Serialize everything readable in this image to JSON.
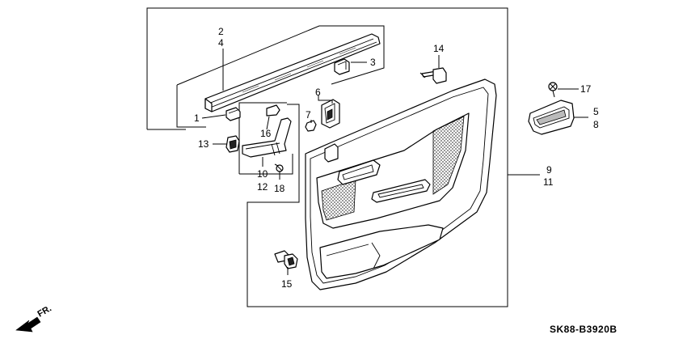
{
  "diagram": {
    "code": "SK88-B3920B",
    "direction_label": "FR.",
    "callouts": {
      "c1": "1",
      "c2": "2",
      "c3": "3",
      "c4": "4",
      "c5": "5",
      "c6": "6",
      "c7": "7",
      "c8": "8",
      "c9": "9",
      "c10": "10",
      "c11": "11",
      "c12": "12",
      "c13": "13",
      "c14": "14",
      "c15": "15",
      "c16": "16",
      "c17": "17",
      "c18": "18"
    }
  }
}
